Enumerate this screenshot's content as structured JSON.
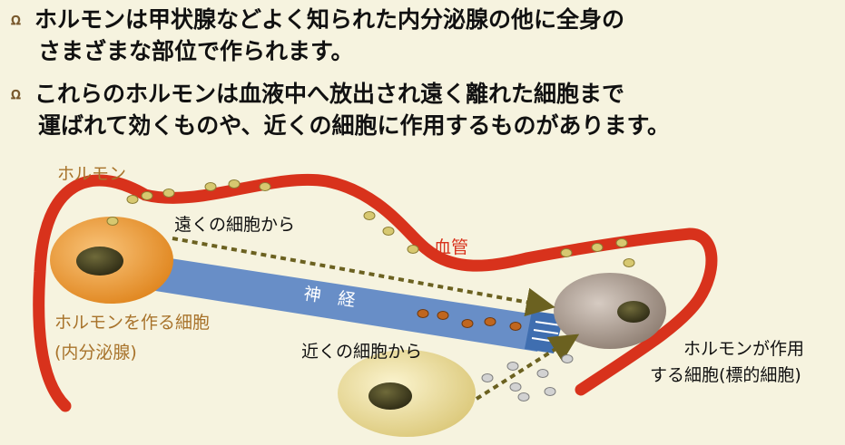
{
  "bullets": [
    {
      "line1": "ホルモンは甲状腺などよく知られた内分泌腺の他に全身の",
      "line2": "さまざまな部位で作られます。"
    },
    {
      "line1": "これらのホルモンは血液中へ放出され遠く離れた細胞まで",
      "line2": "運ばれて効くものや、近くの細胞に作用するものがあります。"
    }
  ],
  "bullet_mark": "ꭥ",
  "diagram": {
    "hormone_label": "ホルモン",
    "far_cells_label": "遠くの細胞から",
    "blood_vessel_label": "血管",
    "nerve_label": "神　経",
    "producer_label_line1": "ホルモンを作る細胞",
    "producer_label_line2": "(内分泌腺)",
    "near_cells_label": "近くの細胞から",
    "target_label_line1": "ホルモンが作用",
    "target_label_line2": "する細胞(標的細胞)"
  },
  "colors": {
    "vessel": "#d8321c",
    "nerve": "#4f7fc0",
    "producer_cell": "#f2a13f",
    "target_cell": "#b9a89c",
    "near_cell": "#f3e6a6",
    "hormone_dot": "#d7c870",
    "nerve_dot": "#c0661e",
    "near_dot": "#c9c9c9",
    "label_brown": "#a8732b",
    "label_red": "#d8321c"
  }
}
